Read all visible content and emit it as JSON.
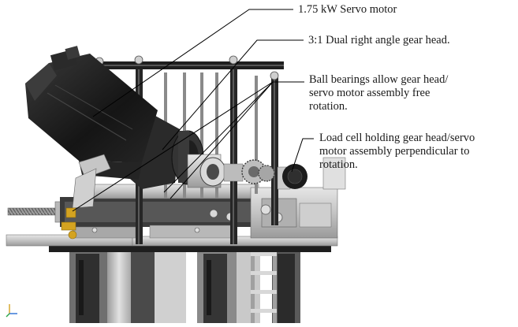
{
  "callouts": {
    "motor": {
      "text": "1.75 kW Servo motor"
    },
    "gearhead": {
      "text": "3:1 Dual right angle gear head."
    },
    "bearings": {
      "text": "Ball bearings allow gear head/\nservo motor assembly free\nrotation."
    },
    "loadcell": {
      "text": "Load cell holding gear head/servo\nmotor assembly perpendicular to\nrotation."
    }
  },
  "colors": {
    "motor": "#1c1c1c",
    "frame": "#2a2a2a",
    "steel": "#c8c8c8",
    "steel_dark": "#8c8c8c",
    "plate": "#bdbdbd",
    "brass": "#d4a320",
    "leader": "#000000"
  },
  "icons": {
    "axis": "coordinate-axis-icon"
  }
}
